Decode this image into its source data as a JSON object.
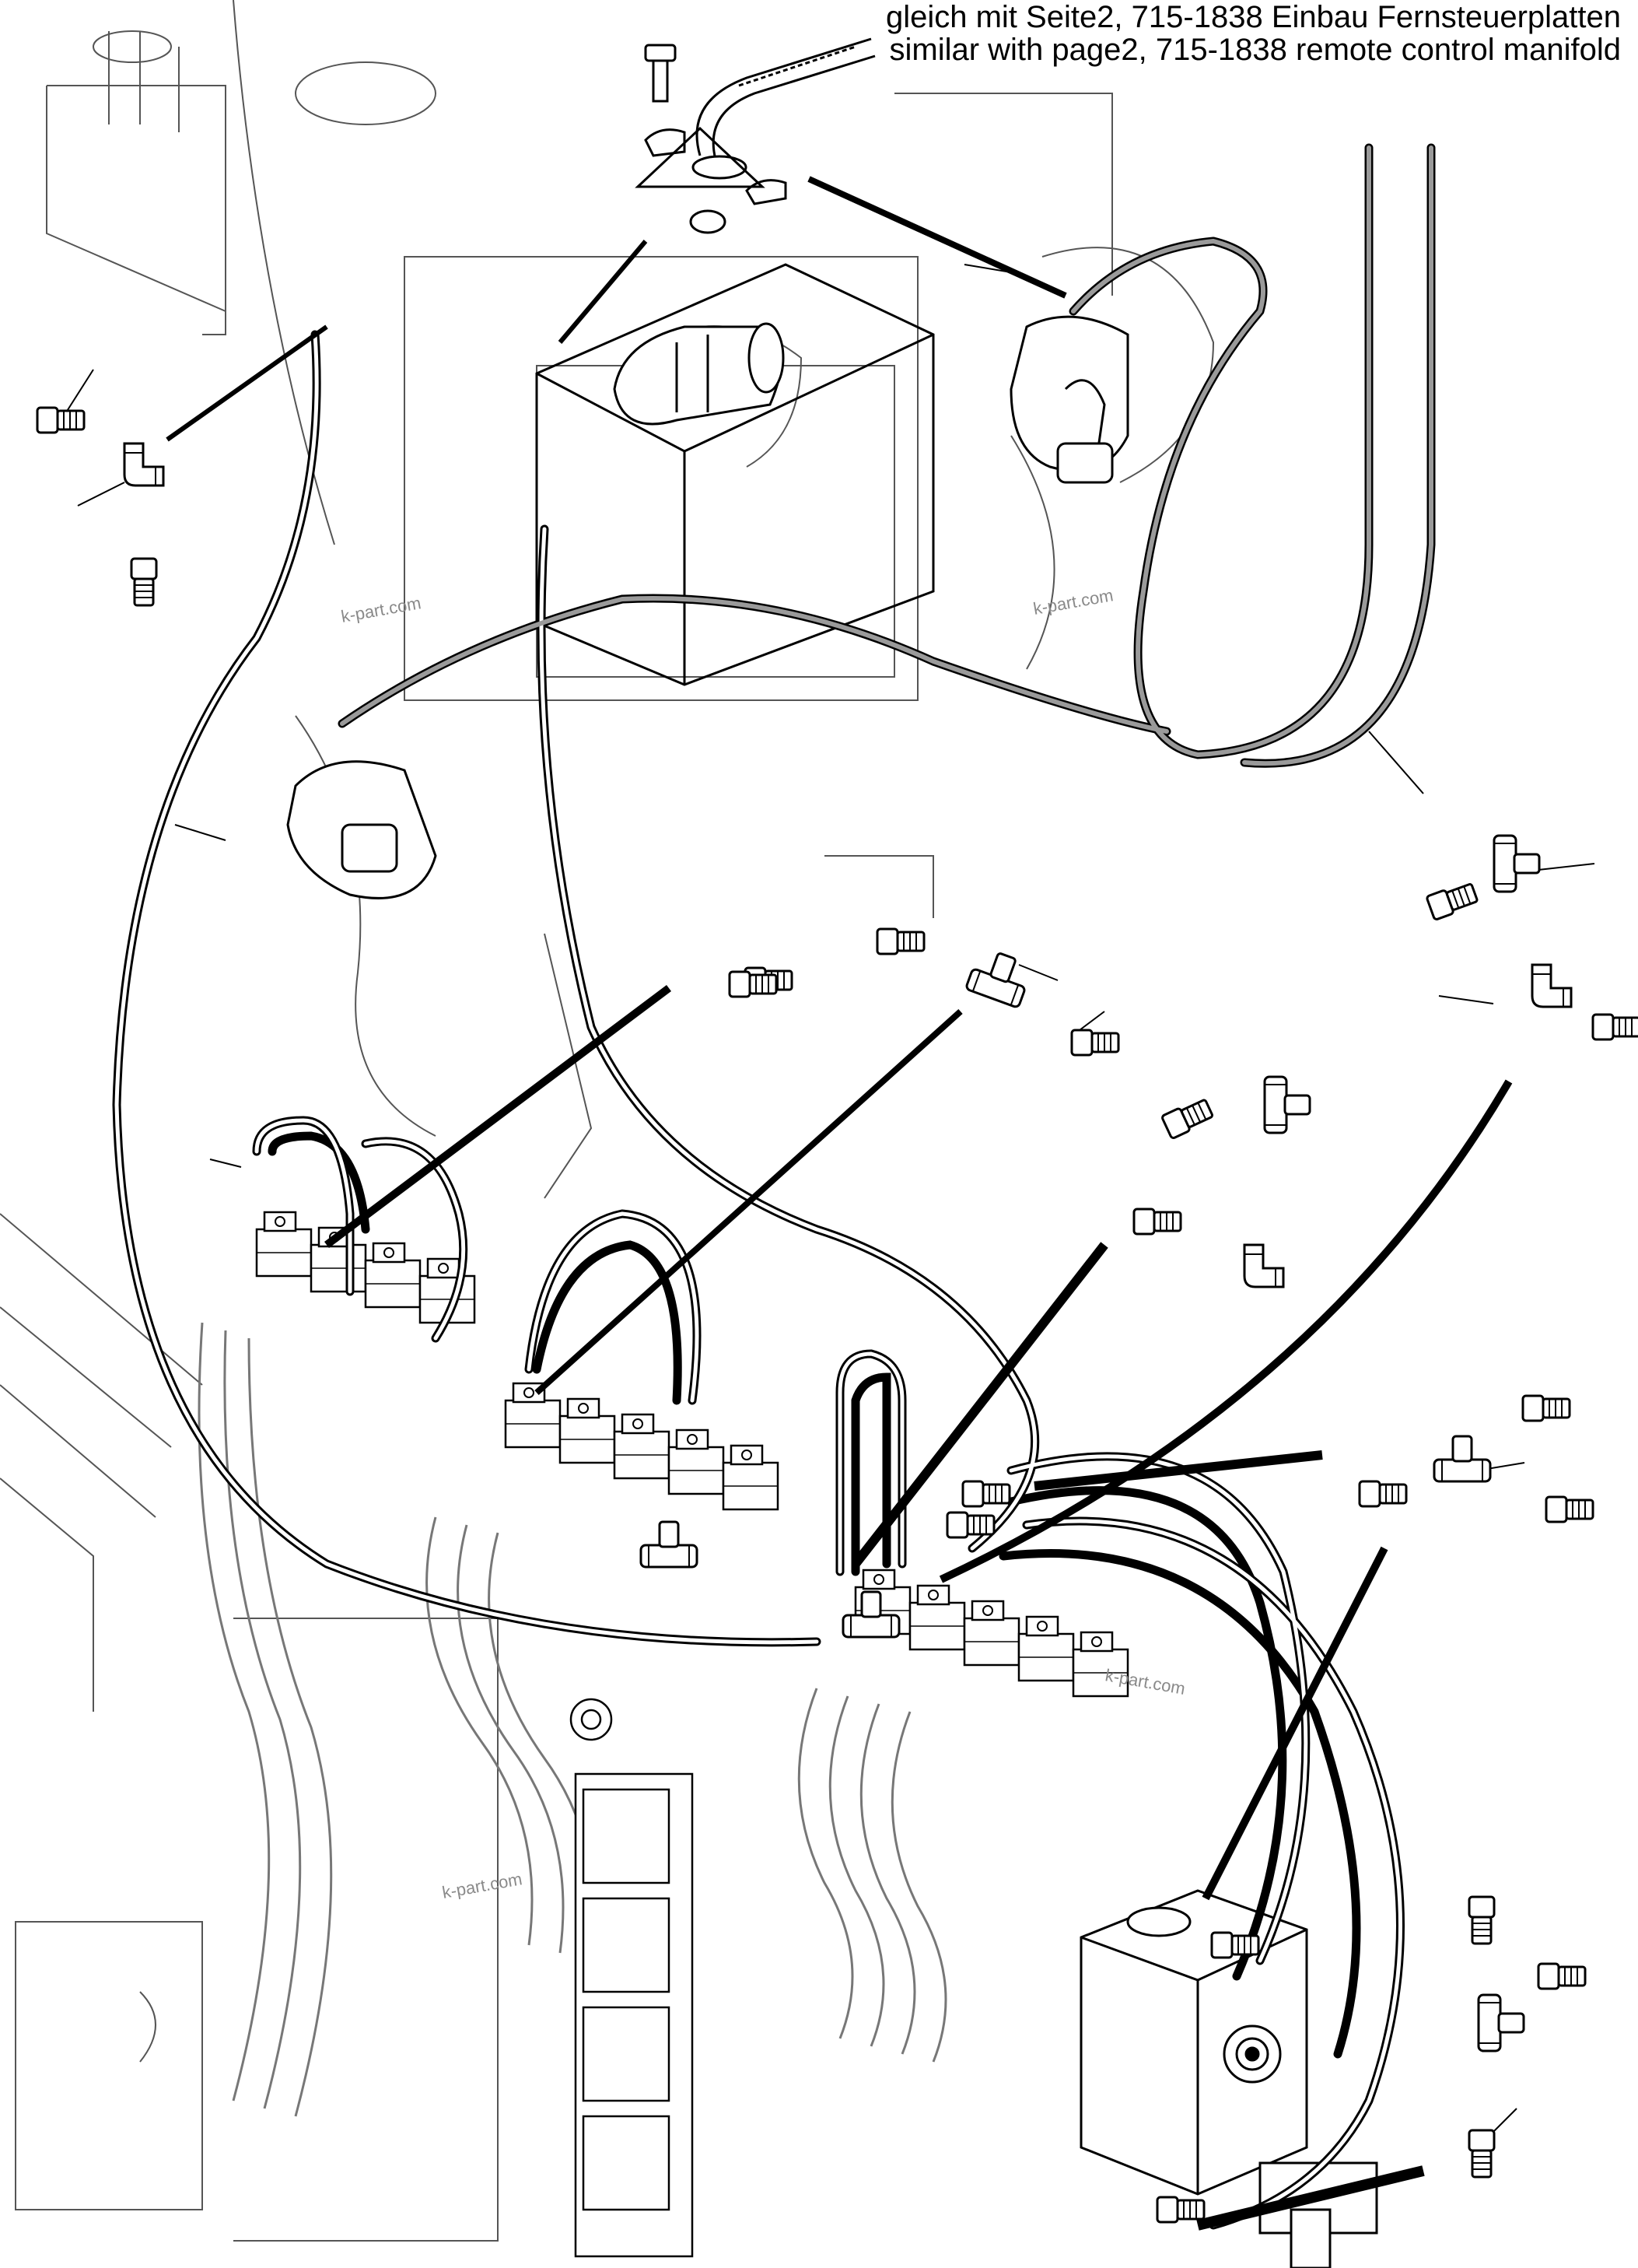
{
  "caption": {
    "line_de": "gleich mit Seite2, 715-1838 Einbau Fernsteuerplatten",
    "line_en": "similar with page2, 715-1838 remote control manifold"
  },
  "watermarks": [
    "k-part.com",
    "k-part.com",
    "k-part.com",
    "k-part.com"
  ],
  "colors": {
    "line": "#000000",
    "hose_fill": "#9a9a9a",
    "background": "#ffffff",
    "watermark": "#8a8a8a"
  }
}
